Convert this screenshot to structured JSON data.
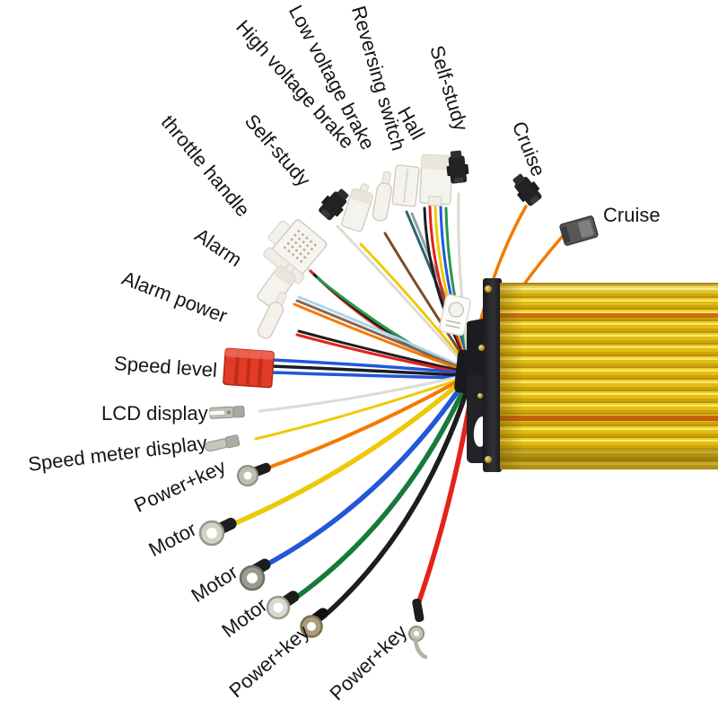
{
  "background": "#ffffff",
  "controller": {
    "body_color": "#edc91c",
    "fin_highlight": "#f9e873",
    "stripe_color": "#cf6a12",
    "end_cap_color": "#232327",
    "screw_color": "#c9a23a"
  },
  "wires": [
    {
      "label": "throttle handle",
      "connector": "white-square-plug",
      "wire_colors": [
        "#27984a",
        "#1d1d1d",
        "#e32219",
        "#dddcd2"
      ]
    },
    {
      "label": "Self-study",
      "connector": "black-2pin-plug",
      "wire_colors": [
        "#dddcd2"
      ]
    },
    {
      "label": "High voltage brake",
      "connector": "white-2pin-plug",
      "wire_colors": [
        "#edc908"
      ]
    },
    {
      "label": "Low voltage brake",
      "connector": "white-bullet-plug",
      "wire_colors": [
        "#7c4b26"
      ]
    },
    {
      "label": "Reversing switch",
      "connector": "white-2pin-plug",
      "wire_colors": [
        "#33626e",
        "#90a0a6"
      ]
    },
    {
      "label": "Hall",
      "connector": "white-5pin-plug",
      "wire_colors": [
        "#1d1d1d",
        "#e32219",
        "#edc908",
        "#2257d8",
        "#27984a"
      ]
    },
    {
      "label": "Self-study",
      "connector": "black-2pin-plug",
      "wire_colors": [
        "#dddcd2"
      ]
    },
    {
      "label": "Cruise",
      "connector": "black-2pin-plug",
      "wire_colors": [
        "#f57900"
      ]
    },
    {
      "label": "Cruise",
      "connector": "gray-plug",
      "wire_colors": [
        "#f57900"
      ]
    },
    {
      "label": "Alarm",
      "connector": "white-2pin-plug",
      "wire_colors": [
        "#a8d8ee",
        "#8a6750",
        "#f57900"
      ]
    },
    {
      "label": "Alarm power",
      "connector": "white-bullet-plug",
      "wire_colors": [
        "#1d1d1d",
        "#e32219"
      ]
    },
    {
      "label": "Speed level",
      "connector": "red-plug",
      "wire_colors": [
        "#2257d8",
        "#1d1d1d",
        "#2257d8"
      ]
    },
    {
      "label": "LCD display",
      "connector": "spade-terminal",
      "wire_colors": [
        "#dddcd2"
      ]
    },
    {
      "label": "Speed meter display",
      "connector": "bullet-terminal",
      "wire_colors": [
        "#edc908"
      ]
    },
    {
      "label": "Power+key",
      "connector": "ring-terminal",
      "wire_colors": [
        "#f57900"
      ]
    },
    {
      "label": "Motor",
      "connector": "ring-terminal",
      "wire_colors": [
        "#edc908"
      ]
    },
    {
      "label": "Motor",
      "connector": "ring-terminal",
      "wire_colors": [
        "#2257d8"
      ]
    },
    {
      "label": "Motor",
      "connector": "ring-terminal",
      "wire_colors": [
        "#177a3a"
      ]
    },
    {
      "label": "Power+key",
      "connector": "ring-terminal",
      "wire_colors": [
        "#1d1d1d"
      ]
    },
    {
      "label": "Power+key",
      "connector": "ring-terminal",
      "wire_colors": [
        "#e32219"
      ]
    }
  ]
}
